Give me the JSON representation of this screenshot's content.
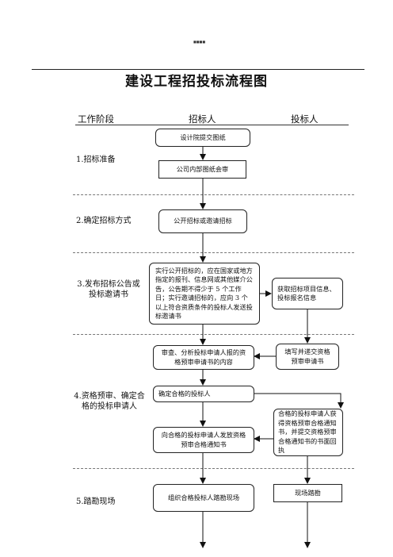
{
  "header_mark": "■■■■",
  "title": "建设工程招投标流程图",
  "columns": {
    "stage": "工作阶段",
    "tenderer": "招标人",
    "bidder": "投标人"
  },
  "stages": [
    "1.招标准备",
    "2.确定招标方式",
    "3.发布招标公告或投标邀请书",
    "4.资格预审、确定合格的投标申请人",
    "5.踏勘现场"
  ],
  "boxes": {
    "design_submit": "设计院提交图纸",
    "internal_review": "公司内部图纸会审",
    "bidding_method": "公开招标或邀请招标",
    "publish_notice": "实行公开招标的，应在国家或地方指定的报刊、信息网或其他媒介公告，公告期不得少于 5 个工作日；实行邀请招标的，应向 3 个以上符合资质条件的投标人发送投标邀请书",
    "get_info": "获取招标项目信息、投标报名信息",
    "review_prequal": "审查、分析投标申请人报的资格预审申请书的内容",
    "submit_prequal": "填写并递交资格预审申请书",
    "confirm_qualified": "确定合格的投标人",
    "issue_notice": "向合格的投标申请人发放资格预审合格通知书",
    "qualified_reply": "合格的投标申请人获得资格预审合格通知书，并提交资格预审合格通知书的书面回执",
    "site_visit_org": "组织合格投标人踏勘现场",
    "site_visit": "现场踏勘"
  }
}
